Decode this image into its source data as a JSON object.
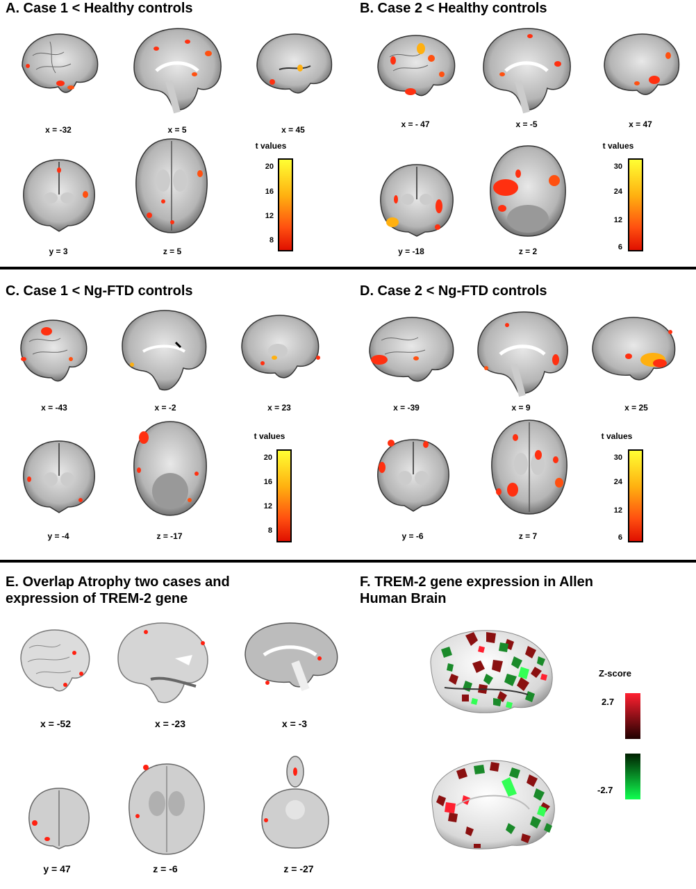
{
  "panels": {
    "A": {
      "title": "A. Case 1 < Healthy controls",
      "coords": [
        "x = -32",
        "x = 5",
        "x = 45",
        "y = 3",
        "z = 5"
      ],
      "colorbar": {
        "title": "t values",
        "ticks": [
          "20",
          "16",
          "12",
          "8"
        ]
      }
    },
    "B": {
      "title": "B. Case 2 < Healthy controls",
      "coords": [
        "x = - 47",
        "x = -5",
        "x = 47",
        "y = -18",
        "z = 2"
      ],
      "colorbar": {
        "title": "t values",
        "ticks": [
          "30",
          "24",
          "12",
          "6"
        ]
      }
    },
    "C": {
      "title": "C. Case 1 < Ng-FTD controls",
      "coords": [
        "x = -43",
        "x = -2",
        "x = 23",
        "y = -4",
        "z = -17"
      ],
      "colorbar": {
        "title": "t values",
        "ticks": [
          "20",
          "16",
          "12",
          "8"
        ]
      }
    },
    "D": {
      "title": "D. Case 2 < Ng-FTD controls",
      "coords": [
        "x = -39",
        "x = 9",
        "x = 25",
        "y = -6",
        "z = 7"
      ],
      "colorbar": {
        "title": "t values",
        "ticks": [
          "30",
          "24",
          "12",
          "6"
        ]
      }
    },
    "E": {
      "title_line1": "E. Overlap Atrophy two cases and",
      "title_line2": "expression of TREM-2 gene",
      "coords": [
        "x = -52",
        "x = -23",
        "x = -3",
        "y = 47",
        "z = -6",
        "z = -27"
      ]
    },
    "F": {
      "title_line1": "F. TREM-2 gene expression in Allen",
      "title_line2": "Human Brain",
      "zscore": {
        "title": "Z-score",
        "max": "2.7",
        "min": "-2.7"
      }
    }
  },
  "colors": {
    "hot_high": "#ffff33",
    "hot_low": "#e01000",
    "pos": "#ff2030",
    "neg": "#10ff50"
  }
}
